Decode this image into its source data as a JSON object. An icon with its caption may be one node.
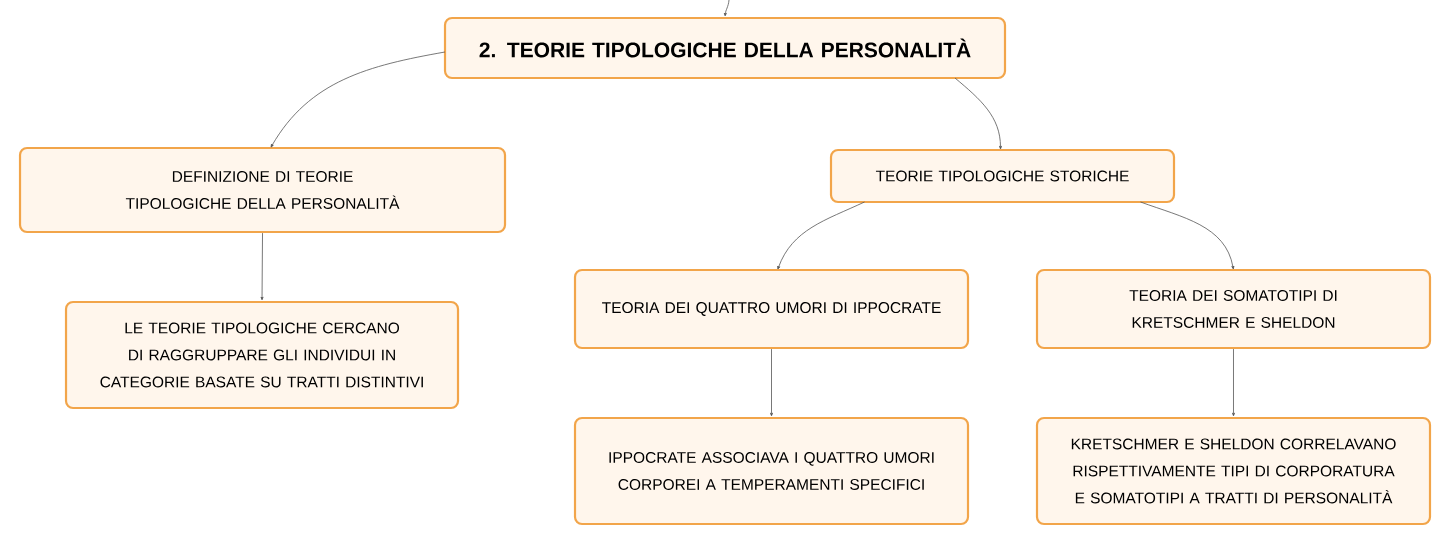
{
  "diagram": {
    "nodes": [
      {
        "text": [
          "2. TEORIE TIPOLOGICHE DELLA PERSONALITÀ"
        ]
      },
      {
        "text": [
          "DEFINIZIONE DI TEORIE TIPOLOGICHE DELLA PERSONALITÀ"
        ]
      },
      {
        "text": [
          "TEORIE TIPOLOGICHE STORICHE"
        ]
      },
      {
        "text": [
          "LE TEORIE TIPOLOGICHE CERCANO DI RAGGRUPPARE GLI INDIVIDUI IN CATEGORIE BASATE SU TRATTI DISTINTIVI"
        ]
      },
      {
        "text": [
          "TEORIA DEI QUATTRO UMORI DI IPPOCRATE"
        ]
      },
      {
        "text": [
          "TEORIA DEI SOMATOTIPI DI KRETSCHMER E SHELDON"
        ]
      },
      {
        "text": [
          "IPPOCRATE ASSOCIAVA I QUATTRO UMORI CORPOREI A TEMPERAMENTI SPECIFICI"
        ]
      },
      {
        "text": [
          "KRETSCHMER E SHELDON CORRELAVANO RISPETTIVAMENTE TIPI DI CORPORATURA E SOMATOTIPI A TRATTI DI PERSONALITÀ"
        ]
      }
    ],
    "edges": [
      {
        "from": null,
        "to": 0,
        "arrow": "to"
      },
      {
        "from": 0,
        "to": 1,
        "arrow": "to"
      },
      {
        "from": 0,
        "to": 2,
        "arrow": "to"
      },
      {
        "from": 1,
        "to": 3,
        "arrow": "to"
      },
      {
        "from": 2,
        "to": 4,
        "arrow": "to"
      },
      {
        "from": 2,
        "to": 5,
        "arrow": "to"
      },
      {
        "from": 4,
        "to": 6,
        "arrow": "to"
      },
      {
        "from": 5,
        "to": 7,
        "arrow": "to"
      }
    ]
  }
}
